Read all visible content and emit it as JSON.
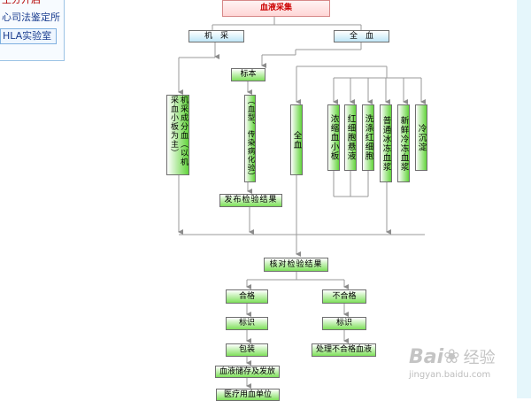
{
  "sidebar": {
    "top_partial": "生分开启",
    "item1": "心司法鉴定所",
    "item2": "HLA实验室"
  },
  "diagram": {
    "title": "血液采集",
    "machine": "机　采",
    "whole_top": "全　血",
    "sample": "标本",
    "machine_split": "机采成分血（以机采血小板为主）",
    "blood_test": "（血型、传染病化验）",
    "whole_blood": "全血",
    "components": [
      "浓缩血小板",
      "红细胞悬液",
      "洗涤红细胞",
      "普通冰冻血浆",
      "新鲜冷冻血浆",
      "冷沉淀"
    ],
    "publish": "发布检验结果",
    "check": "核对检验结果",
    "qualified": "合格",
    "unqualified": "不合格",
    "label_left": "标识",
    "label_right": "标识",
    "pack": "包装",
    "store": "血液储存及发放",
    "hospital": "医疗用血单位",
    "dispose": "处理不合格血液"
  },
  "watermark": {
    "brand": "Bai",
    "brand2": "经验",
    "url": "jingyan.baidu.com"
  }
}
